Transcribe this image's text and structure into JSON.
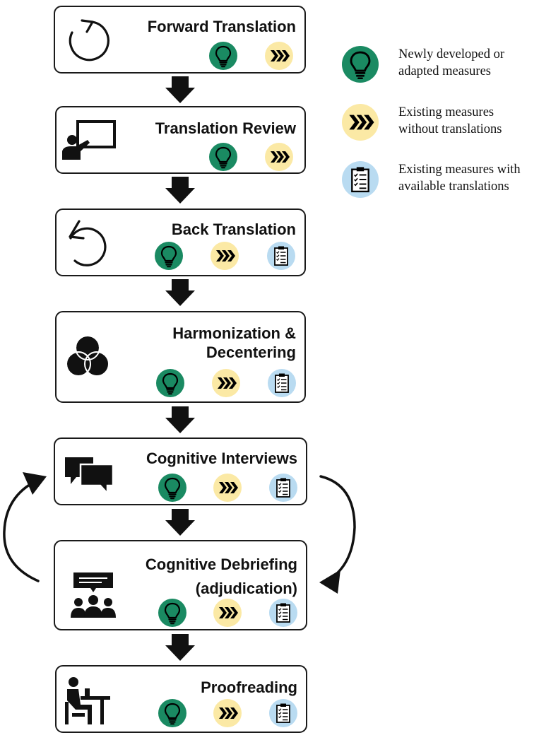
{
  "steps": [
    {
      "id": "forward-translation",
      "title_lines": [
        "Forward Translation"
      ],
      "icon": "refresh-clockwise-icon",
      "badges": [
        "green",
        "yellow"
      ]
    },
    {
      "id": "translation-review",
      "title_lines": [
        "Translation Review"
      ],
      "icon": "presentation-teacher-icon",
      "badges": [
        "green",
        "yellow"
      ]
    },
    {
      "id": "back-translation",
      "title_lines": [
        "Back Translation"
      ],
      "icon": "rotate-counterclockwise-icon",
      "badges": [
        "green",
        "yellow",
        "blue"
      ]
    },
    {
      "id": "harmonization-decentering",
      "title_lines": [
        "Harmonization &",
        "Decentering"
      ],
      "icon": "venn-circles-icon",
      "badges": [
        "green",
        "yellow",
        "blue"
      ]
    },
    {
      "id": "cognitive-interviews",
      "title_lines": [
        "Cognitive Interviews"
      ],
      "icon": "speech-bubbles-icon",
      "badges": [
        "green",
        "yellow",
        "blue"
      ]
    },
    {
      "id": "cognitive-debriefing",
      "title_lines": [
        "Cognitive Debriefing",
        "(adjudication)"
      ],
      "icon": "group-discussion-icon",
      "badges": [
        "green",
        "yellow",
        "blue"
      ]
    },
    {
      "id": "proofreading",
      "title_lines": [
        "Proofreading"
      ],
      "icon": "person-at-desk-icon",
      "badges": [
        "green",
        "yellow",
        "blue"
      ]
    }
  ],
  "legend": [
    {
      "kind": "green",
      "icon": "lightbulb-icon",
      "lines": [
        "Newly developed or",
        "adapted measures"
      ]
    },
    {
      "kind": "yellow",
      "icon": "chevrons-right-icon",
      "lines": [
        "Existing measures",
        "without translations"
      ]
    },
    {
      "kind": "blue",
      "icon": "clipboard-checklist-icon",
      "lines": [
        "Existing measures with",
        "available translations"
      ]
    }
  ],
  "colors": {
    "green_badge": "#1a8a62",
    "yellow_badge": "#fbe9a5",
    "blue_badge": "#b9dbf1",
    "outline": "#1a1a1a"
  }
}
